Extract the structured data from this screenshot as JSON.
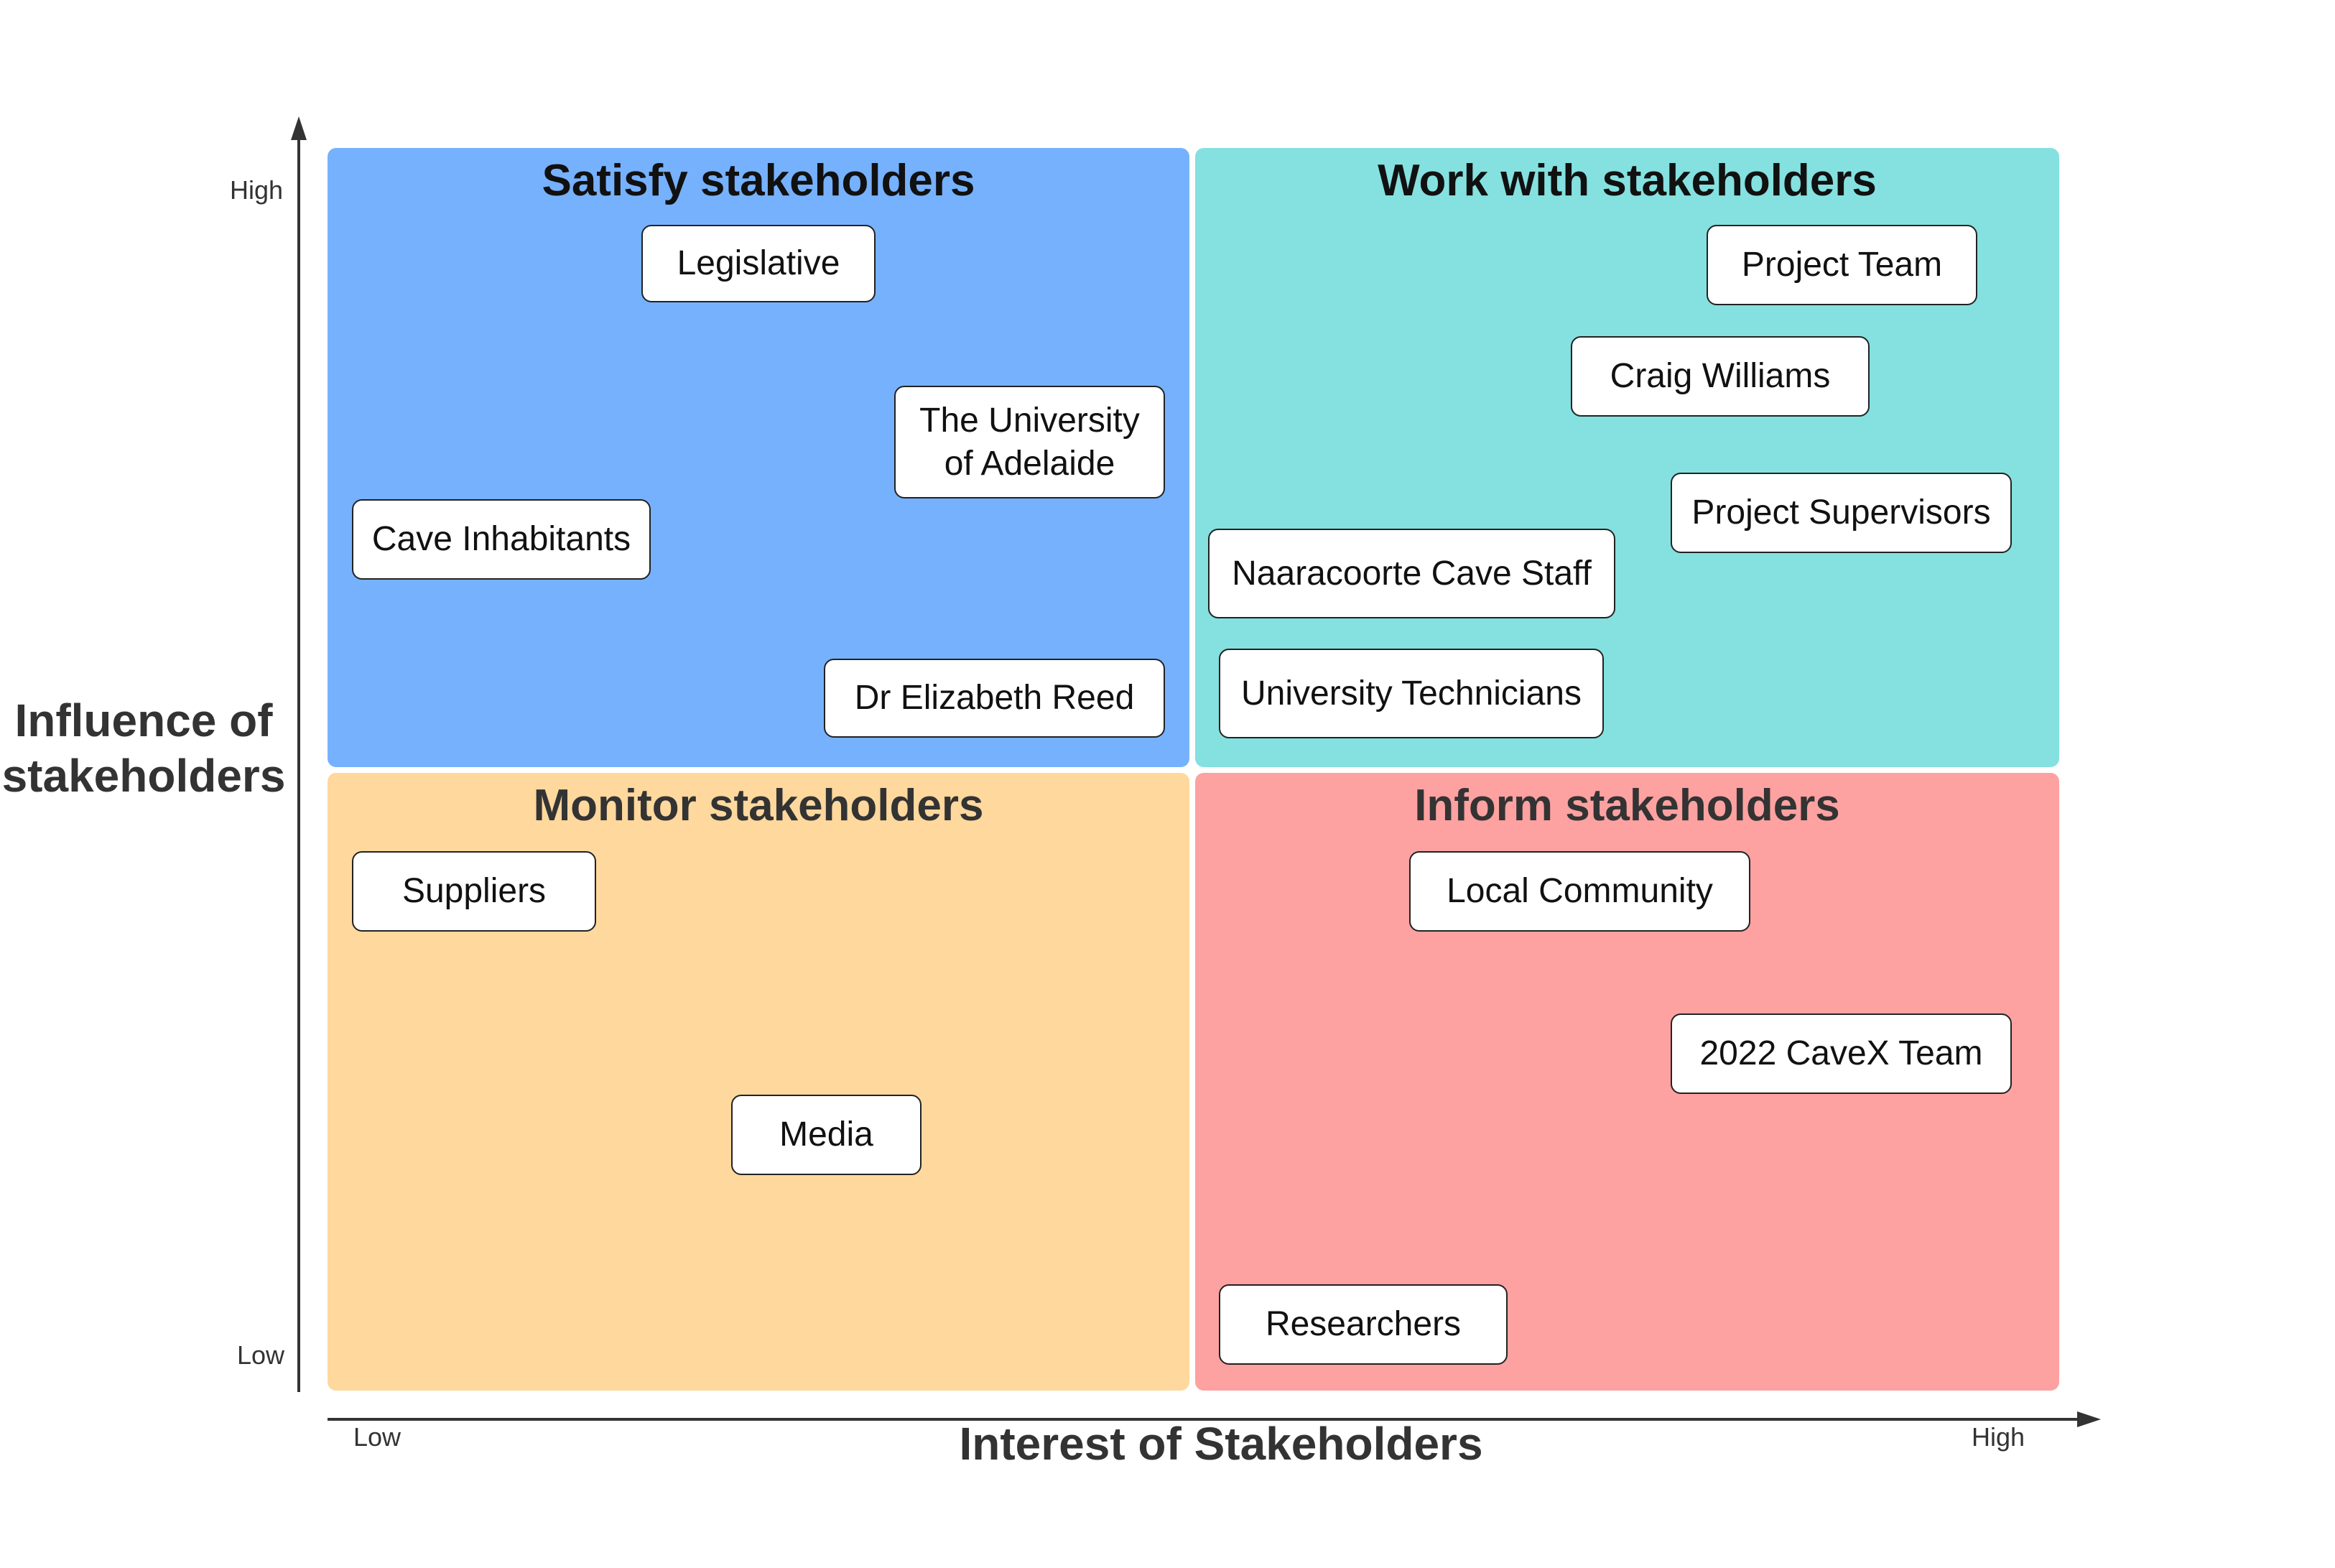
{
  "colors": {
    "satisfy": "#76b1fe",
    "work": "#84e1e0",
    "monitor": "#fed89d",
    "inform": "#fea1a1",
    "axis": "#333333"
  },
  "quadrants": {
    "satisfy": {
      "title": "Satisfy stakeholders"
    },
    "work": {
      "title": "Work with stakeholders"
    },
    "monitor": {
      "title": "Monitor stakeholders"
    },
    "inform": {
      "title": "Inform stakeholders"
    }
  },
  "stakeholders": [
    "Legislative",
    "The University\nof Adelaide",
    "Cave Inhabitants",
    "Dr Elizabeth Reed",
    "Project Team",
    "Craig Williams",
    "Project Supervisors",
    "Naaracoorte Cave Staff",
    "University Technicians",
    "Suppliers",
    "Media",
    "Local Community",
    "2022 CaveX Team",
    "Researchers"
  ],
  "y_axis": {
    "title": "Influence of\nstakeholders",
    "high": "High",
    "low": "Low"
  },
  "x_axis": {
    "title": "Interest of Stakeholders",
    "low": "Low",
    "high": "High"
  }
}
